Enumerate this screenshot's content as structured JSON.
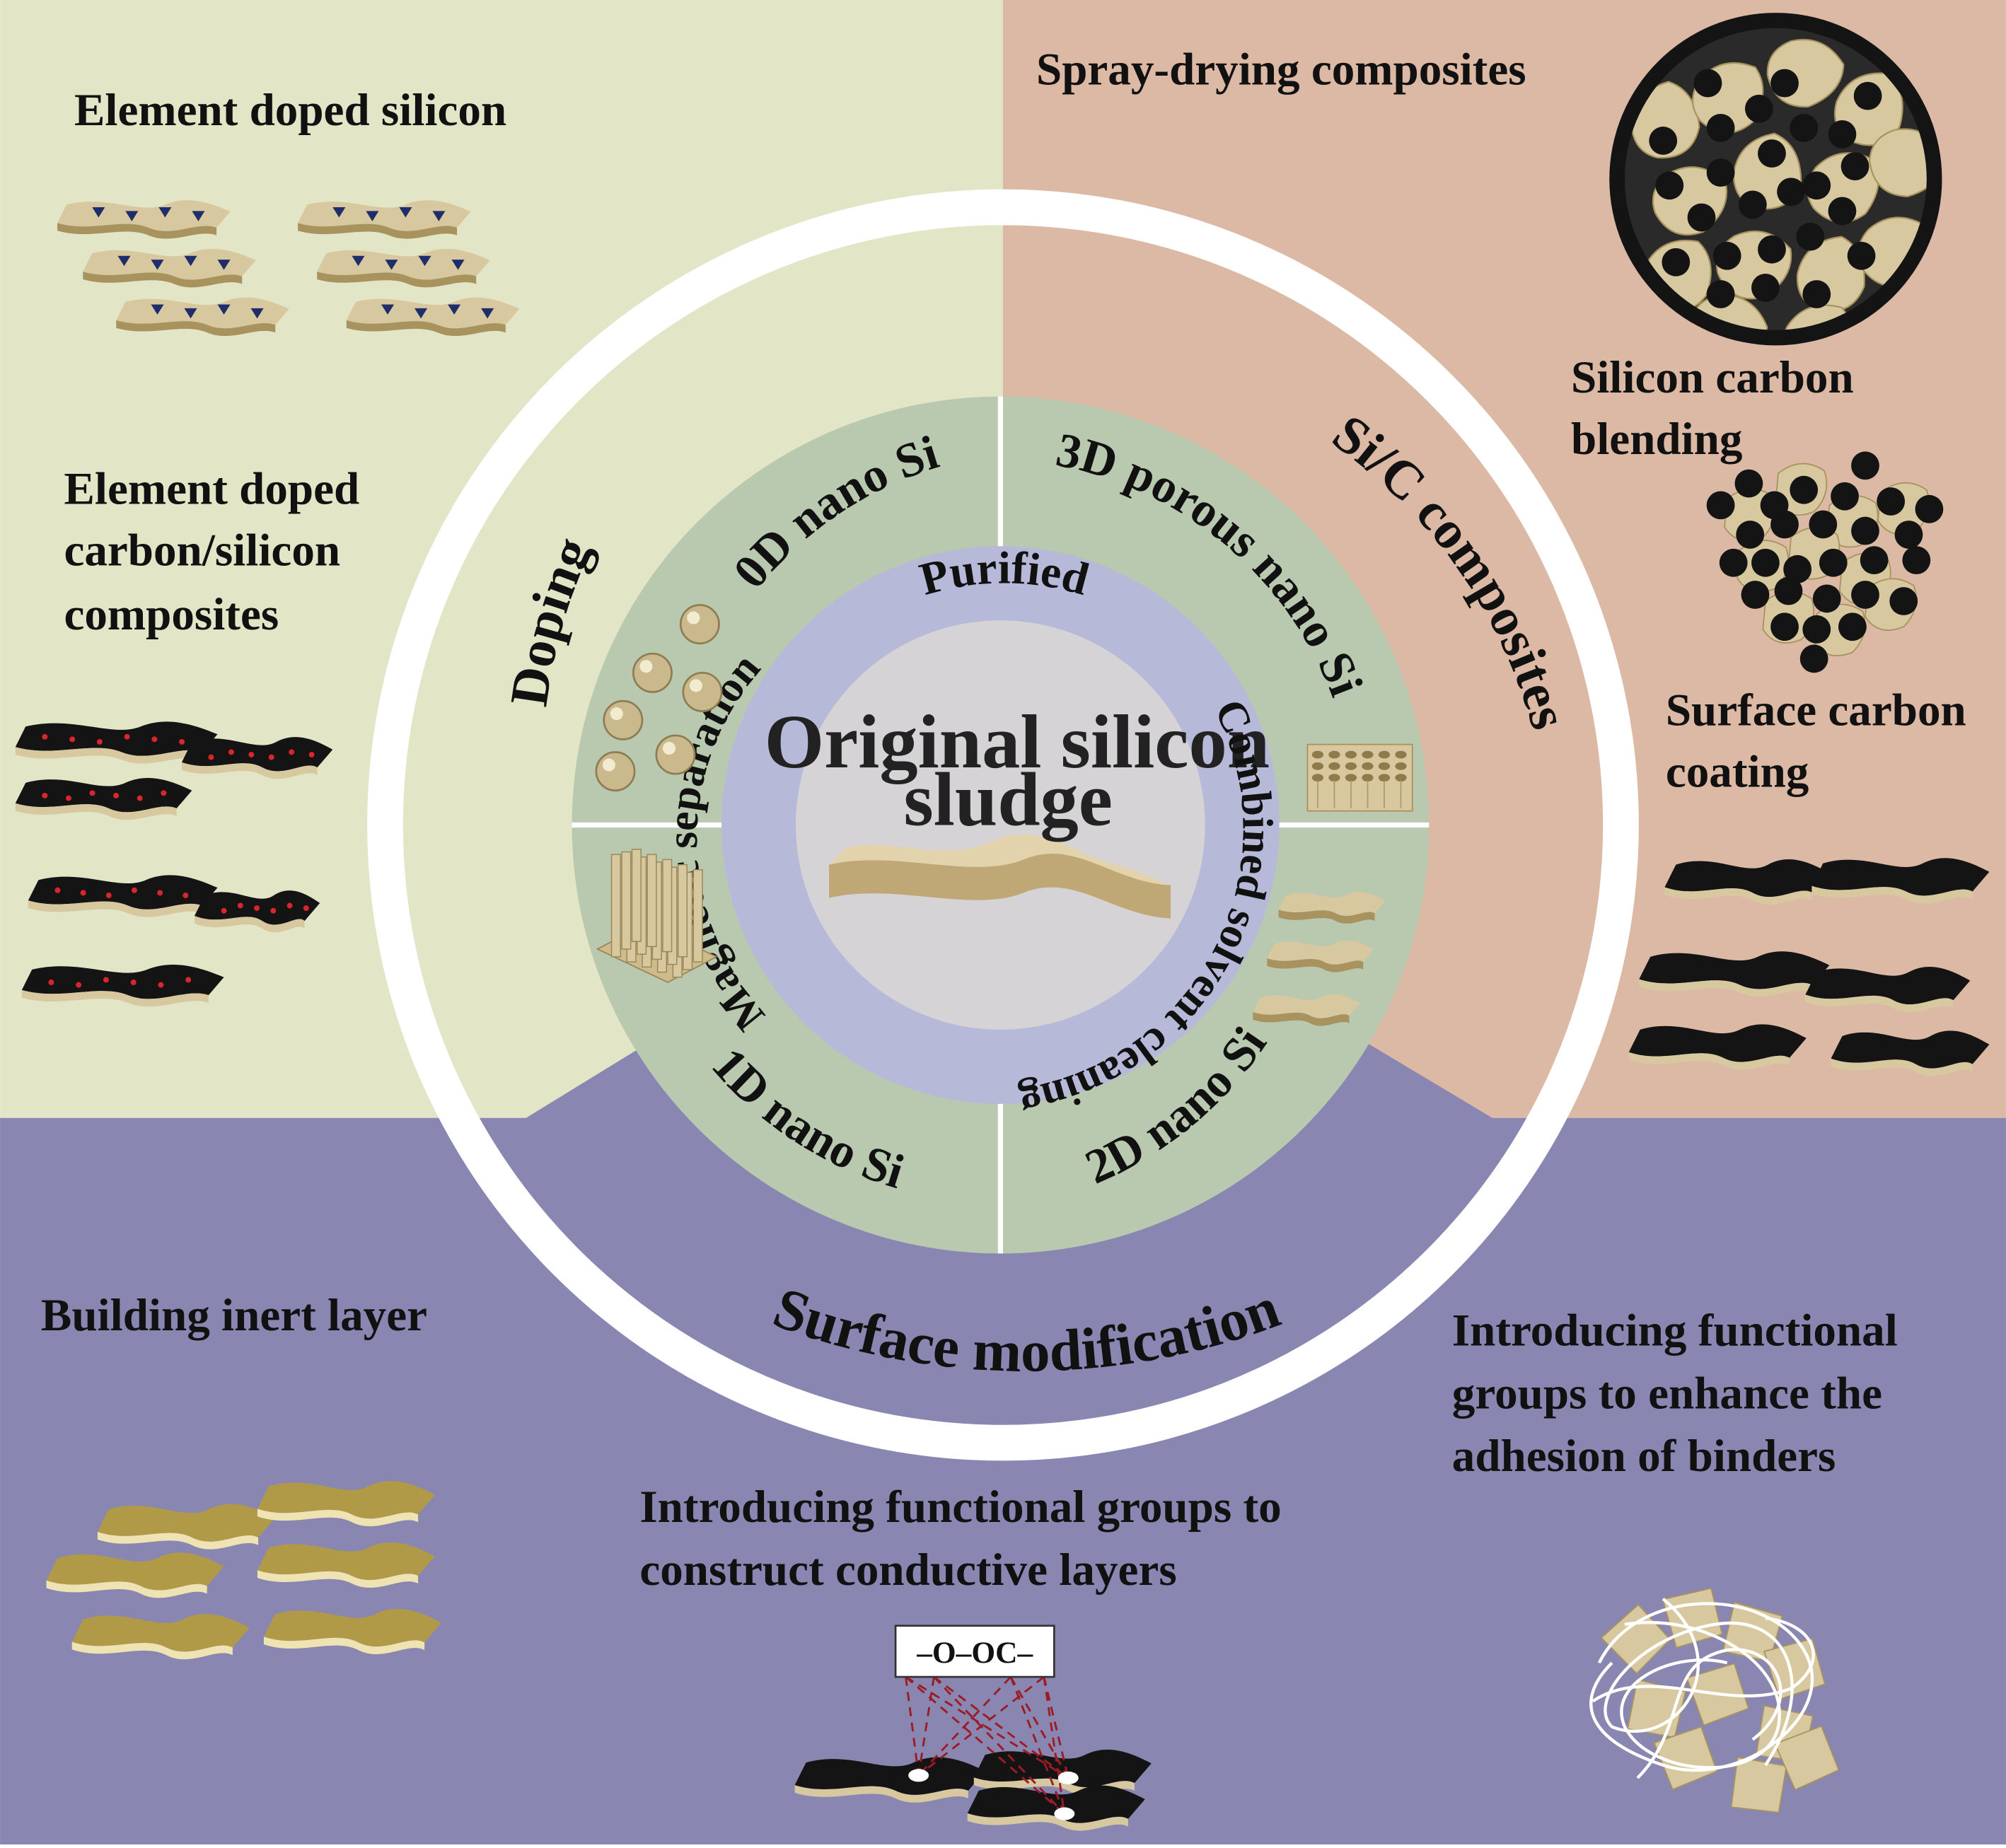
{
  "colors": {
    "doping_bg": "#e3e6c6",
    "sic_bg": "#dcb9a4",
    "surface_bg": "#8987b2",
    "green_ring": "#b9c9b0",
    "purple_ring": "#b6b9d8",
    "center_disc": "#d6d3d6",
    "silicon_tan": "#d8c8a0",
    "carbon_black": "#141414",
    "dopant_navy": "#1f2d6b",
    "dopant_red": "#d8262c",
    "gold_sheet": "#b09a48",
    "bond_line": "#9b1c24"
  },
  "icons": [
    "tan-sheet-icon",
    "doped-sheet-icon",
    "carbon-coated-sheet-icon",
    "sphere-icon",
    "nanowire-array-icon",
    "porous-block-icon",
    "carbon-particle-icon",
    "binder-network-icon"
  ],
  "center": {
    "line1": "Original silicon",
    "line2": "sludge"
  },
  "purification": {
    "top": "Purified",
    "left": "Magnetic separation",
    "right": "Combined solvent cleaning"
  },
  "nano": {
    "zero_d": "0D nano Si",
    "three_d": "3D porous nano Si",
    "one_d": "1D nano Si",
    "two_d": "2D nano Si"
  },
  "strategies": {
    "doping": "Doping",
    "sic": "Si/C composites",
    "surface": "Surface modification"
  },
  "labels": {
    "element_doped_silicon": "Element doped silicon",
    "element_doped_cs": [
      "Element doped",
      "carbon/silicon",
      "composites"
    ],
    "spray_drying": "Spray-drying composites",
    "silicon_carbon_blending": [
      "Silicon carbon",
      "blending"
    ],
    "surface_carbon_coating": [
      "Surface carbon",
      "coating"
    ],
    "building_inert_layer": "Building inert layer",
    "func_conductive": [
      "Introducing functional groups to",
      "construct conductive layers"
    ],
    "func_adhesion": [
      "Introducing functional",
      "groups to enhance the",
      "adhesion of binders"
    ],
    "chem_formula": "–O–OC–"
  }
}
